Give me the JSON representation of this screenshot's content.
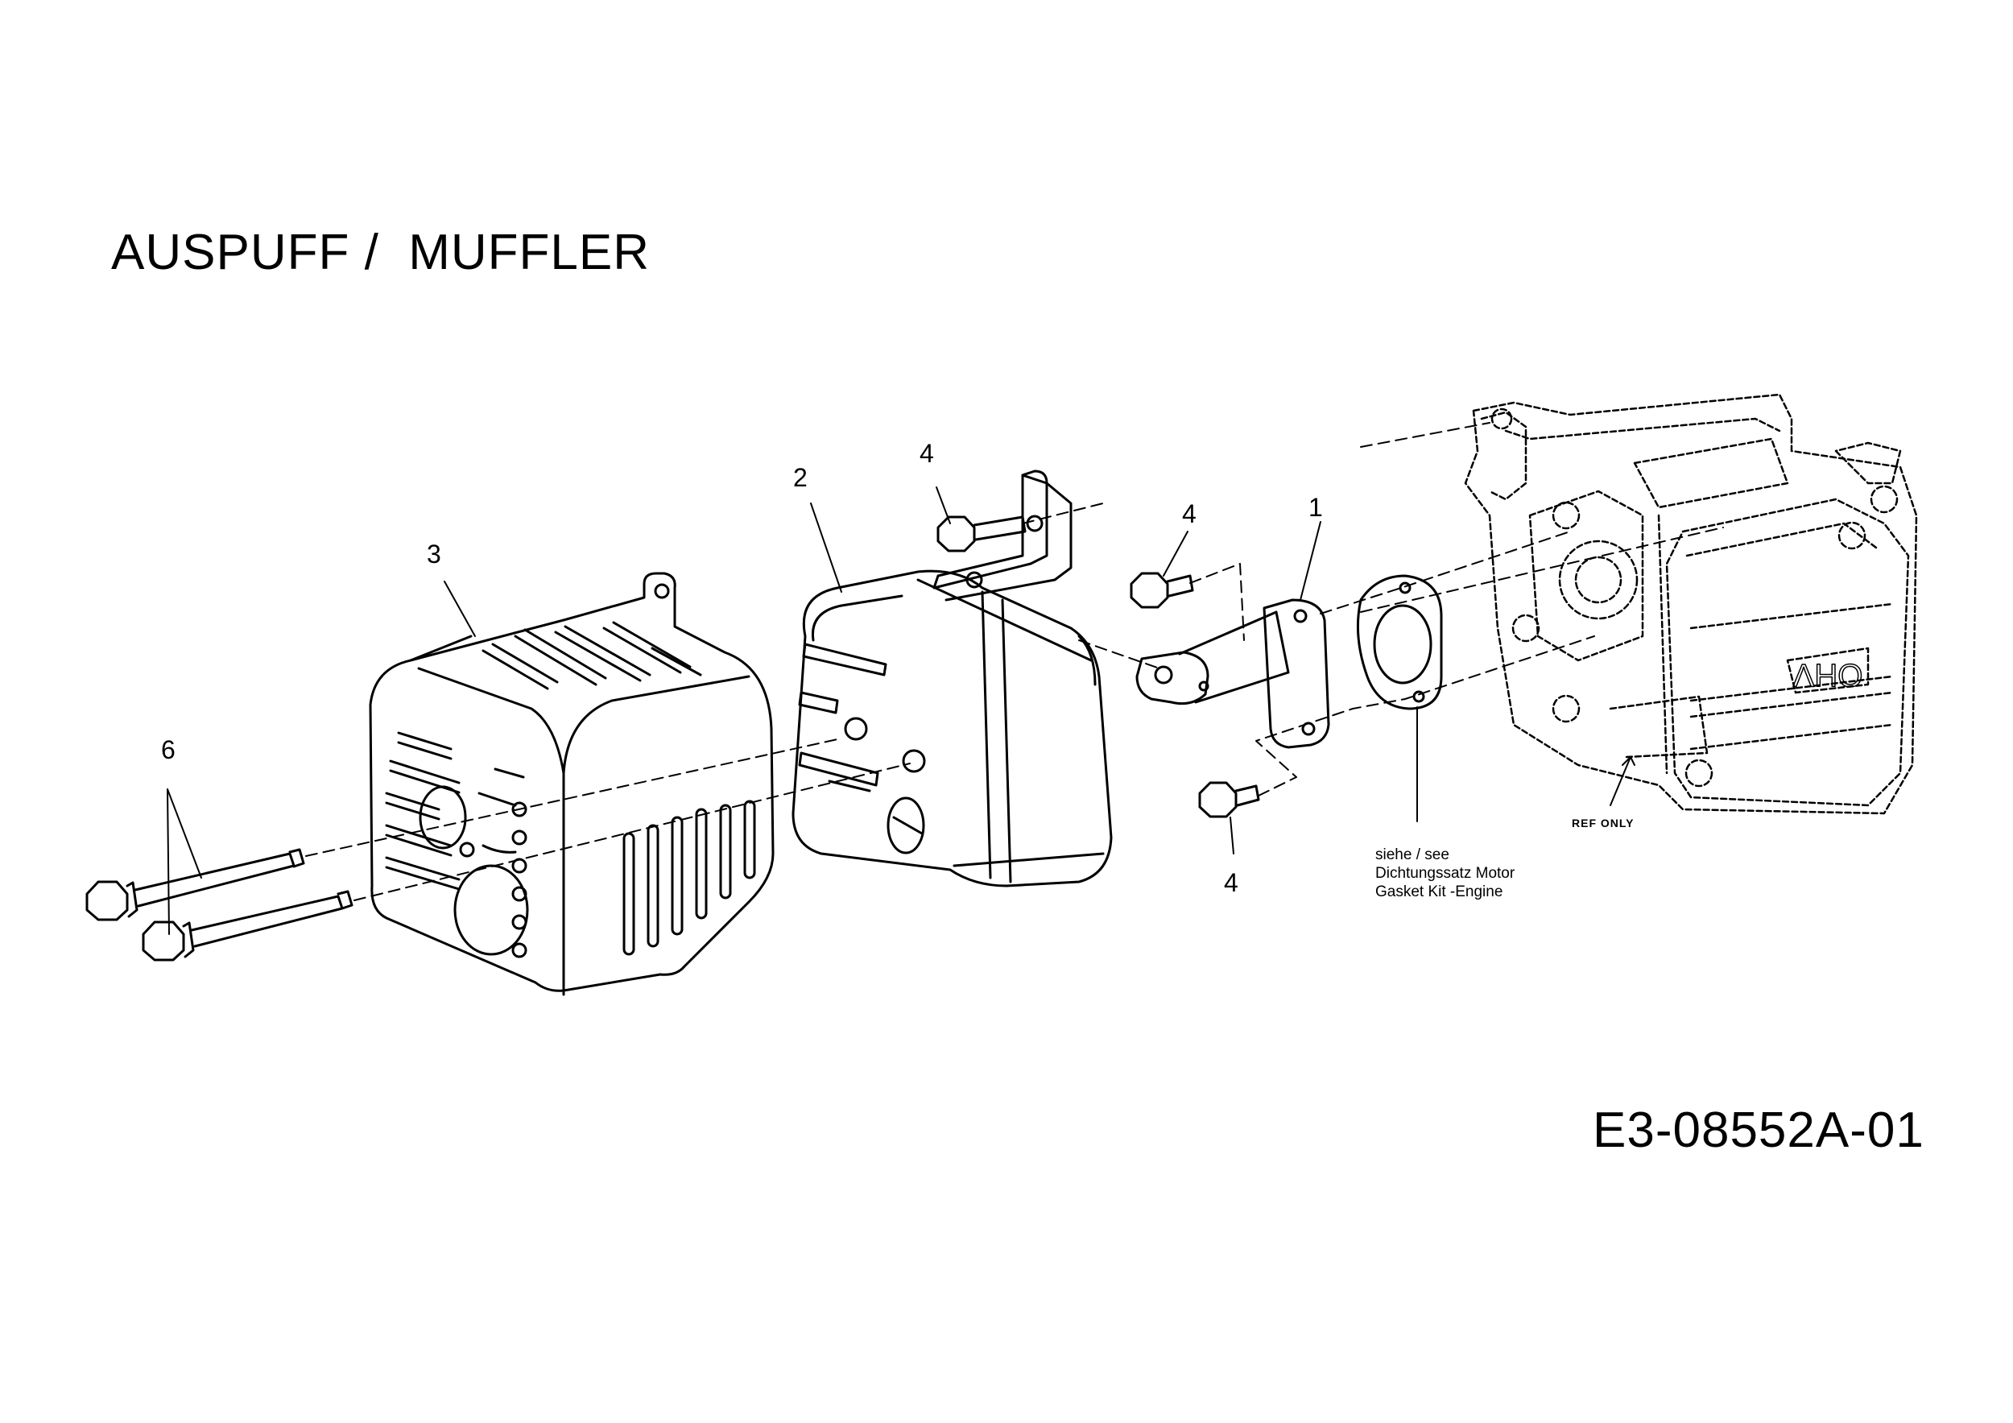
{
  "title": "AUSPUFF /  MUFFLER",
  "drawing_number": "E3-08552A-01",
  "callouts": {
    "part_1": "1",
    "part_2": "2",
    "part_3": "3",
    "part_4_top": "4",
    "part_4_mid": "4",
    "part_4_bottom": "4",
    "part_6": "6"
  },
  "gasket_note": {
    "line1": "siehe / see",
    "line2": "Dichtungssatz Motor",
    "line3": "Gasket Kit -Engine"
  },
  "engine_ref_label": "REF ONLY",
  "engine_cover_emboss": "OHV"
}
